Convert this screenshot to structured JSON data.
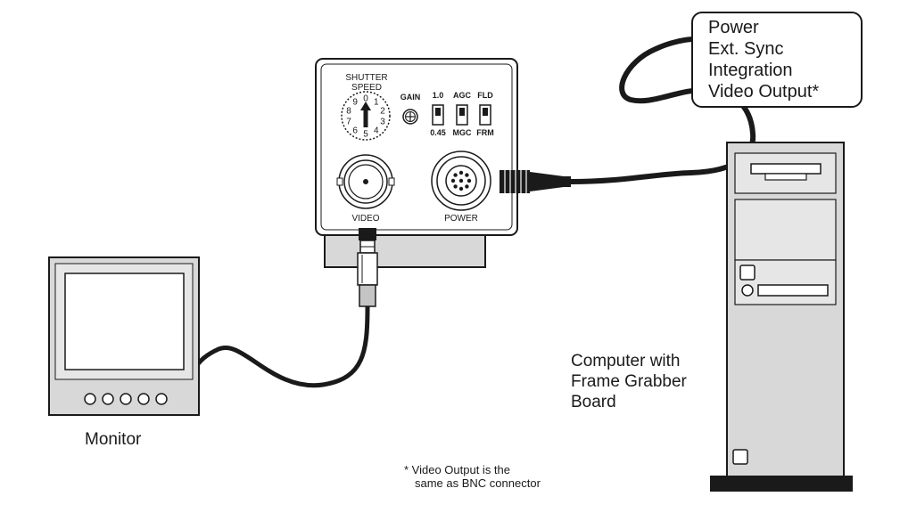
{
  "camera": {
    "shutter_label_line1": "SHUTTER",
    "shutter_label_line2": "SPEED",
    "dial_numbers": [
      "0",
      "1",
      "2",
      "3",
      "4",
      "5",
      "6",
      "7",
      "8",
      "9"
    ],
    "gain_label": "GAIN",
    "switches": [
      {
        "top": "1.0",
        "bottom": "0.45"
      },
      {
        "top": "AGC",
        "bottom": "MGC"
      },
      {
        "top": "FLD",
        "bottom": "FRM"
      }
    ],
    "video_label": "VIDEO",
    "power_label": "POWER"
  },
  "callout": {
    "lines": [
      "Power",
      "Ext. Sync",
      "Integration",
      "Video Output*"
    ]
  },
  "monitor": {
    "label": "Monitor",
    "button_count": 5
  },
  "computer": {
    "label_lines": [
      "Computer with",
      "Frame Grabber",
      "Board"
    ]
  },
  "footnote": {
    "lines": [
      "* Video Output is the",
      "same as BNC connector"
    ]
  },
  "colors": {
    "ink": "#1a1a1a",
    "device_gray": "#d8d8d8",
    "panel_gray": "#e6e6e6",
    "white": "#ffffff"
  }
}
